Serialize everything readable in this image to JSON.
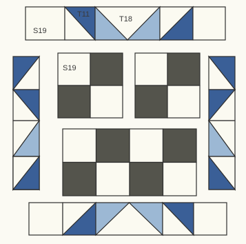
{
  "colors": {
    "background": "#fbfaf3",
    "cream": "#fbfaf1",
    "dark_gray": "#54544c",
    "dark_blue": "#3a5f97",
    "light_blue": "#9cb8d4",
    "outline": "#2f2f2f"
  },
  "labels": {
    "top_left": "S19",
    "top_t11": "T11",
    "top_t18": "T18",
    "block_s19": "S19"
  }
}
